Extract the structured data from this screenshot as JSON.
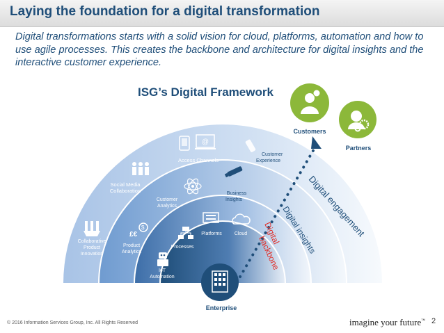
{
  "header": {
    "title": "Laying the foundation for a digital transformation"
  },
  "subtitle": "Digital transformations starts with a solid vision for cloud, platforms, automation and how to use agile processes. This creates the backbone and architecture for digital insights and the interactive customer experience.",
  "framework": {
    "title": "ISG’s Digital Framework",
    "labels": {
      "access_channels": "Access Channels",
      "customer_experience": [
        "Customer",
        "Experience"
      ],
      "social_media": [
        "Social Media",
        "Collaboration"
      ],
      "customer_analytics": [
        "Customer",
        "Analytics"
      ],
      "business_insights": [
        "Business",
        "Insights"
      ],
      "collab_innovation": [
        "Collaborative",
        "Product",
        "Innovation"
      ],
      "product_analytics": [
        "Product",
        "Analytics"
      ],
      "platforms": "Platforms",
      "cloud": "Cloud",
      "processes": "Processes",
      "iot_automation": [
        "IoT",
        "Automation"
      ]
    },
    "arc_labels": {
      "engagement": "Digital engagement",
      "insights": "Digital insights",
      "backbone": [
        "Digital",
        "backbone"
      ]
    },
    "nodes": {
      "enterprise": "Enterprise",
      "customers": "Customers",
      "partners": "Partners"
    },
    "colors": {
      "navy": "#1f4e79",
      "dark_blue": "#2e5a8c",
      "mid_blue": "#4a7ab3",
      "light_blue": "#7ba3d4",
      "pale_blue": "#a8c3e6",
      "green": "#8cb83a",
      "red": "#e0312c"
    }
  },
  "footer": {
    "copyright": "© 2016 Information Services Group, Inc. All Rights Reserved",
    "tagline": "imagine your future",
    "tm": "™",
    "page": "2"
  }
}
